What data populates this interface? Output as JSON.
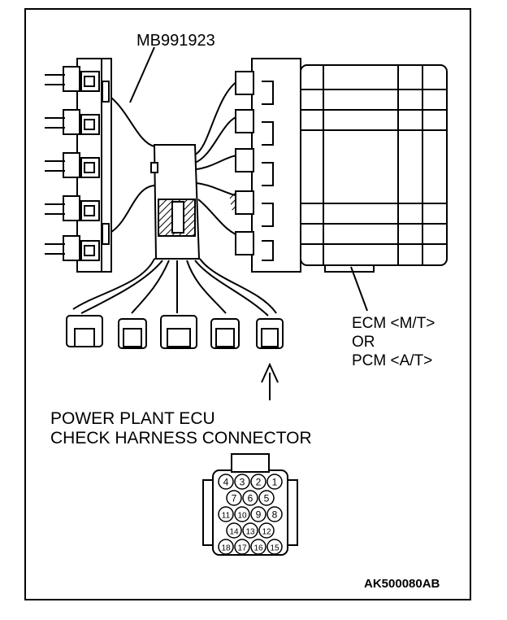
{
  "labels": {
    "tool_part_number": "MB991923",
    "ecm_line1": "ECM <M/T>",
    "ecm_line2": "OR",
    "ecm_line3": "PCM <A/T>",
    "connector_title_line1": "POWER PLANT ECU",
    "connector_title_line2": "CHECK HARNESS CONNECTOR",
    "figure_code": "AK500080AB"
  },
  "pins": {
    "row1": [
      "4",
      "3",
      "2",
      "1"
    ],
    "row2": [
      "7",
      "6",
      "5"
    ],
    "row3": [
      "11",
      "10",
      "9",
      "8"
    ],
    "row4": [
      "14",
      "13",
      "12"
    ],
    "row5": [
      "18",
      "17",
      "16",
      "15"
    ]
  },
  "colors": {
    "line": "#000000",
    "background": "#ffffff"
  }
}
